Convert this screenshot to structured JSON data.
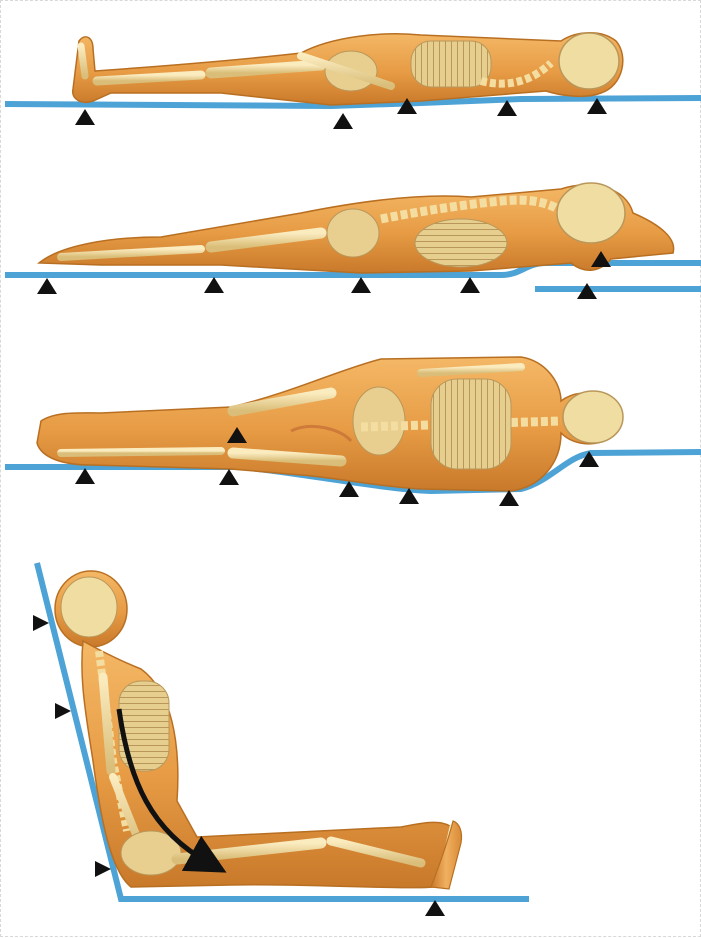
{
  "figure": {
    "panels": [
      {
        "id": "supine",
        "pressure_points": 5
      },
      {
        "id": "prone",
        "pressure_points": 6
      },
      {
        "id": "lateral",
        "pressure_points": 7
      },
      {
        "id": "sitting-reclined",
        "pressure_points": 4,
        "arrow": "curved-down-along-back"
      }
    ]
  },
  "colors": {
    "surface": "#4ea3d6",
    "skin": "#e9a14a",
    "skin_dark": "#c77a26",
    "bone": "#f3dda0",
    "bone_shadow": "#c9ad6a",
    "marker": "#111111",
    "background": "#ffffff"
  },
  "icons": {
    "pressure_point_marker": "black-triangle-icon",
    "direction_arrow": "curved-arrow-icon"
  }
}
